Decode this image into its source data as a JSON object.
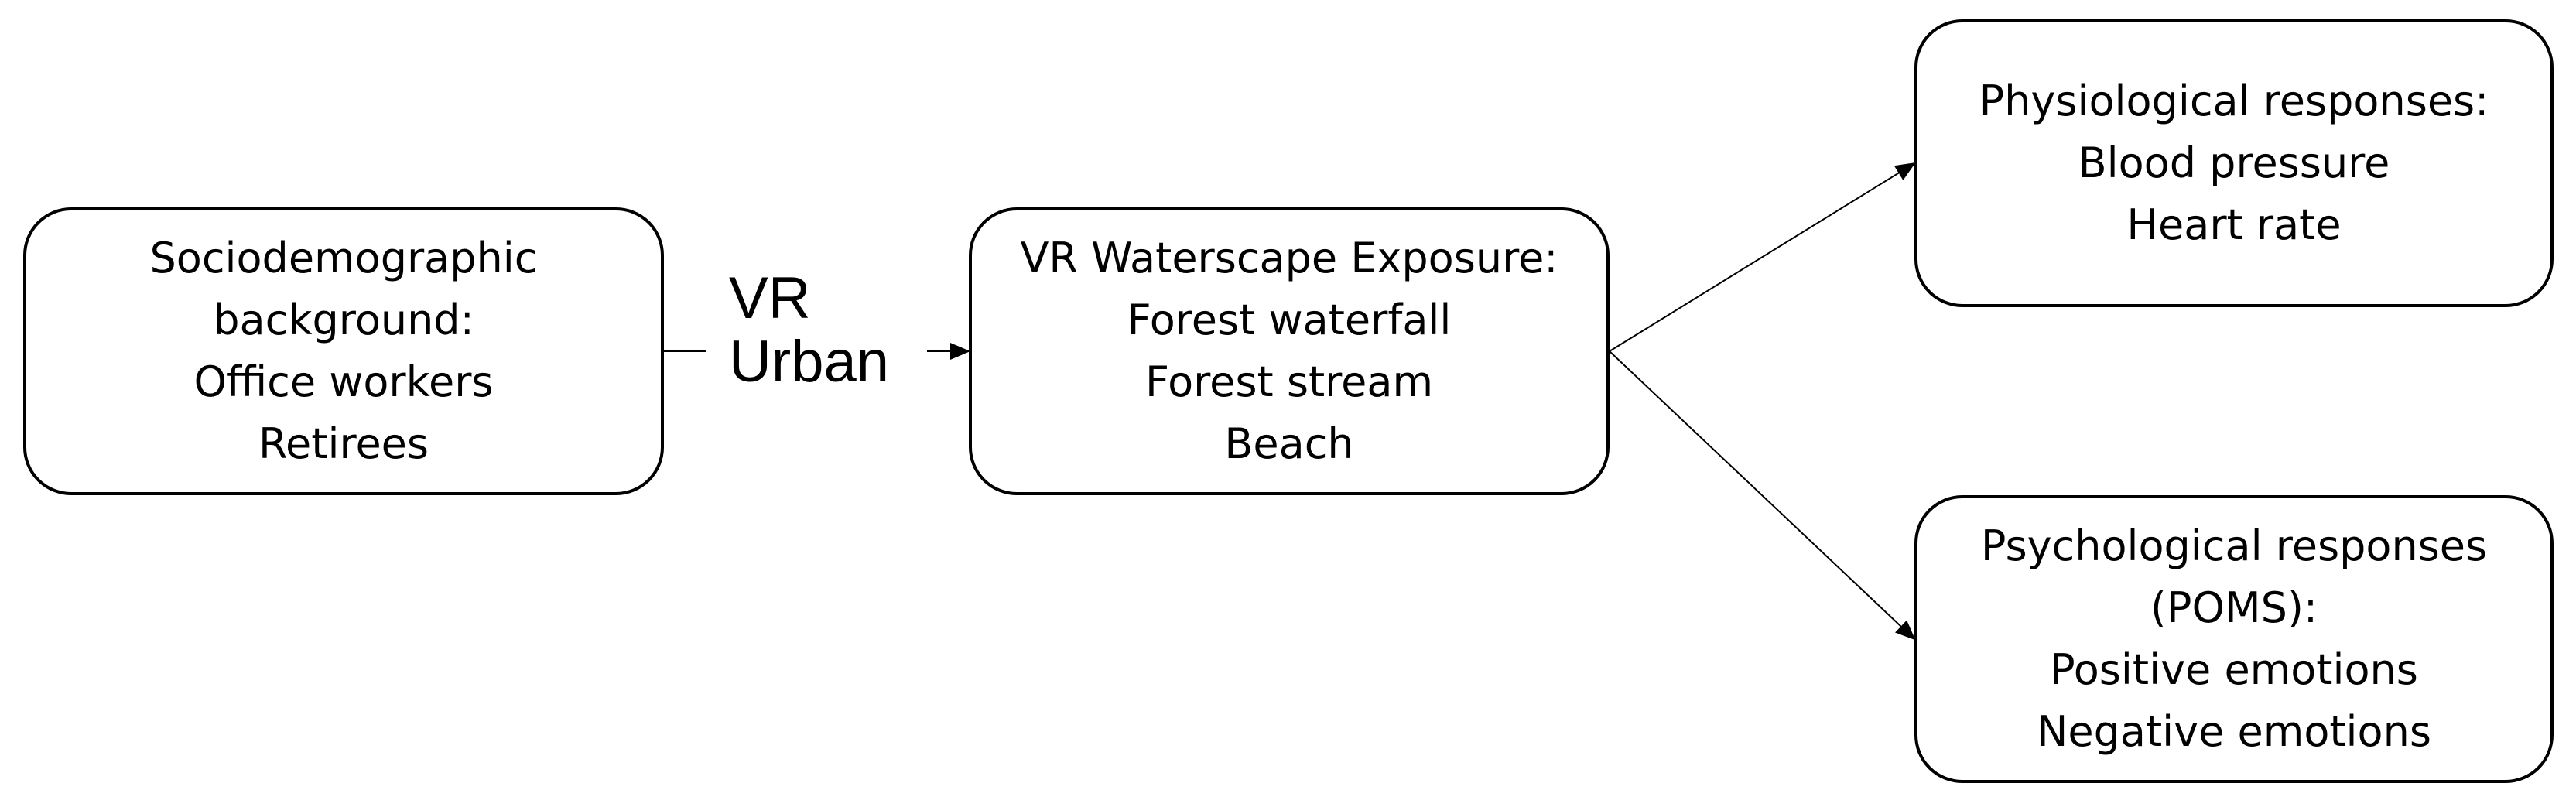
{
  "diagram": {
    "nodes": {
      "sociodemographic": {
        "lines": [
          "Sociodemographic",
          "background:",
          "Office workers",
          "Retirees"
        ]
      },
      "vr_exposure": {
        "lines": [
          "VR Waterscape Exposure:",
          "Forest waterfall",
          "Forest stream",
          "Beach"
        ]
      },
      "physiological": {
        "lines": [
          "Physiological responses:",
          "Blood pressure",
          "Heart rate"
        ]
      },
      "psychological": {
        "lines": [
          "Psychological responses",
          "(POMS):",
          "Positive emotions",
          "Negative emotions"
        ]
      }
    },
    "edge_label": {
      "line1": "VR",
      "line2": "Urban"
    },
    "edges": [
      {
        "from": "sociodemographic",
        "to": "vr_exposure",
        "label": "VR Urban"
      },
      {
        "from": "vr_exposure",
        "to": "physiological"
      },
      {
        "from": "vr_exposure",
        "to": "psychological"
      }
    ]
  }
}
